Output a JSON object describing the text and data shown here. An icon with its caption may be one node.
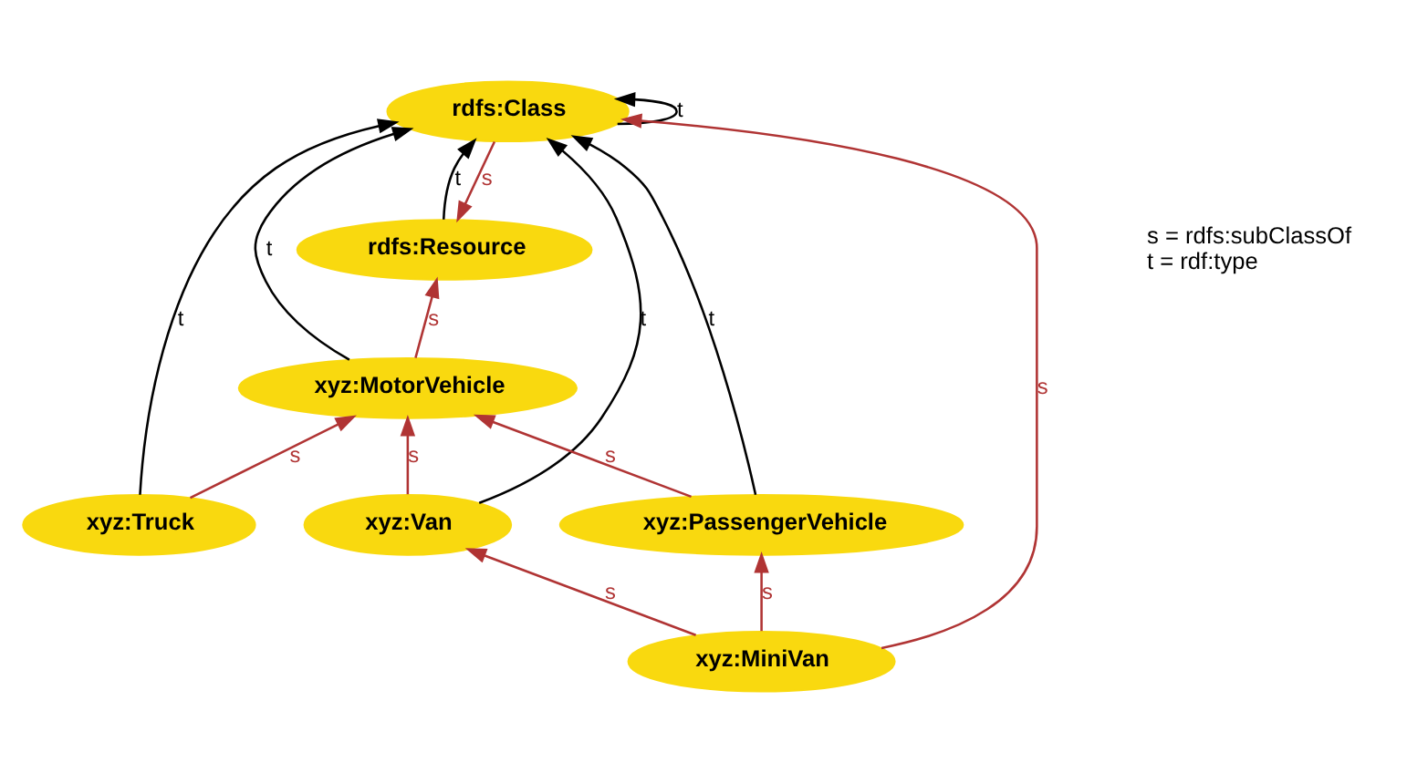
{
  "diagram": {
    "nodes": [
      {
        "text": [
          "rdfs:Resource"
        ]
      },
      {
        "text": [
          "rdfs:Class"
        ]
      },
      {
        "text": [
          "xyz:MotorVehicle"
        ]
      },
      {
        "text": [
          "xyz:Van"
        ]
      },
      {
        "text": [
          "xyz:Truck"
        ]
      },
      {
        "text": [
          "xyz:PassengerVehicle"
        ]
      },
      {
        "text": [
          "xyz:MiniVan"
        ]
      }
    ],
    "edges": [
      {
        "from": 1,
        "to": 0,
        "arrow": "to",
        "label": "s"
      },
      {
        "from": 0,
        "to": 1,
        "arrow": "to",
        "label": "t",
        "color": "#000000"
      },
      {
        "from": 1,
        "to": 1,
        "arrow": "to",
        "label": "t",
        "color": "#000000"
      },
      {
        "from": 2,
        "to": 0,
        "arrow": "to",
        "label": "s"
      },
      {
        "from": 2,
        "to": 1,
        "arrow": "to",
        "label": "t",
        "color": "#000000"
      },
      {
        "from": 4,
        "to": 1,
        "arrow": "to",
        "label": "t",
        "color": "#000000"
      },
      {
        "from": 4,
        "to": 2,
        "arrow": "to",
        "label": "s"
      },
      {
        "from": 3,
        "to": 1,
        "arrow": "to",
        "label": "t",
        "color": "#000000"
      },
      {
        "from": 3,
        "to": 2,
        "arrow": "to",
        "label": "s"
      },
      {
        "from": 5,
        "to": 2,
        "arrow": "to",
        "label": "s"
      },
      {
        "from": 5,
        "to": 1,
        "arrow": "to",
        "label": "t",
        "color": "#000000"
      },
      {
        "from": 6,
        "to": 1,
        "arrow": "to",
        "label": "s"
      },
      {
        "from": 6,
        "to": 3,
        "arrow": "to",
        "label": "s"
      },
      {
        "from": 6,
        "to": 5,
        "arrow": "to",
        "label": "s"
      }
    ],
    "labels": [
      "s = rdfs:subClassOf",
      "t = rdf:type"
    ]
  }
}
